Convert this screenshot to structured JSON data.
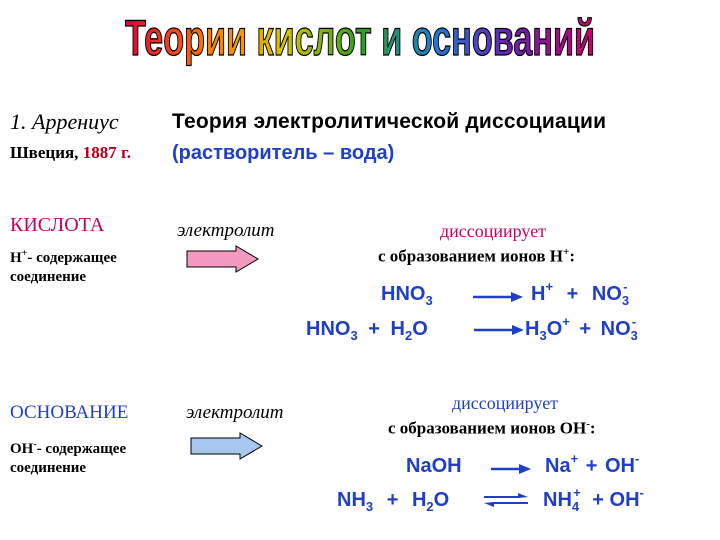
{
  "title": "Теории кислот и оснований",
  "header": {
    "author_number": "1.",
    "author": "Аррениус",
    "theory": "Теория электролитической диссоциации",
    "country": "Швеция,",
    "year": "1887 г.",
    "solvent": "(растворитель – вода)"
  },
  "acid": {
    "label": "КИСЛОТА",
    "def_prefix": "Н",
    "def_sup": "+",
    "def_rest": "- содержащее",
    "def_line2": "соединение",
    "arrow_label": "электролит",
    "dissociates": "диссоциирует",
    "with_ions_text": "с образованием ионов Н",
    "with_ions_sup": "+",
    "with_ions_colon": ":",
    "eq1_left": "HNO",
    "eq1_left_sub": "3",
    "eq1_p1": "H",
    "eq1_p1_sup": "+",
    "eq1_plus": "+",
    "eq1_p2": "NO",
    "eq1_p2_sub": "3",
    "eq1_p2_sup": "-",
    "eq2_a": "HNO",
    "eq2_a_sub": "3",
    "eq2_plus1": "+",
    "eq2_b": "H",
    "eq2_b_sub": "2",
    "eq2_b_rest": "O",
    "eq2_p1": "H",
    "eq2_p1_sub": "3",
    "eq2_p1_rest": "O",
    "eq2_p1_sup": "+",
    "eq2_plus2": "+",
    "eq2_p2": "NO",
    "eq2_p2_sub": "3",
    "eq2_p2_sup": "-"
  },
  "base": {
    "label": "ОСНОВАНИЕ",
    "def_prefix": "ОН",
    "def_sup": "-",
    "def_rest": "- содержащее",
    "def_line2": "соединение",
    "arrow_label": "электролит",
    "dissociates": "диссоциирует",
    "with_ions_text": "с образованием ионов ОН",
    "with_ions_sup": "-",
    "with_ions_colon": ":",
    "eq1_left": "NaOH",
    "eq1_p1": "Na",
    "eq1_p1_sup": "+",
    "eq1_plus": "+",
    "eq1_p2": "OH",
    "eq1_p2_sup": "-",
    "eq2_a": "NH",
    "eq2_a_sub": "3",
    "eq2_plus1": "+",
    "eq2_b": "H",
    "eq2_b_sub": "2",
    "eq2_b_rest": "O",
    "eq2_p1": "NH",
    "eq2_p1_sub": "4",
    "eq2_p1_sup": "+",
    "eq2_plus2": "+",
    "eq2_p2": "OH",
    "eq2_p2_sup": "-"
  },
  "colors": {
    "title_gradient": [
      "#e0003a",
      "#ff8a00",
      "#d6c600",
      "#2fa01e",
      "#1e7ad6",
      "#6a1fb0",
      "#c8006a"
    ],
    "equation_blue": "#1f3fc7",
    "theory_blue": "#1f3fc7",
    "pink": "#c8005a",
    "year_red": "#b0001a",
    "acid_arrow": "#f49ac1",
    "base_arrow": "#a8c8f0"
  }
}
